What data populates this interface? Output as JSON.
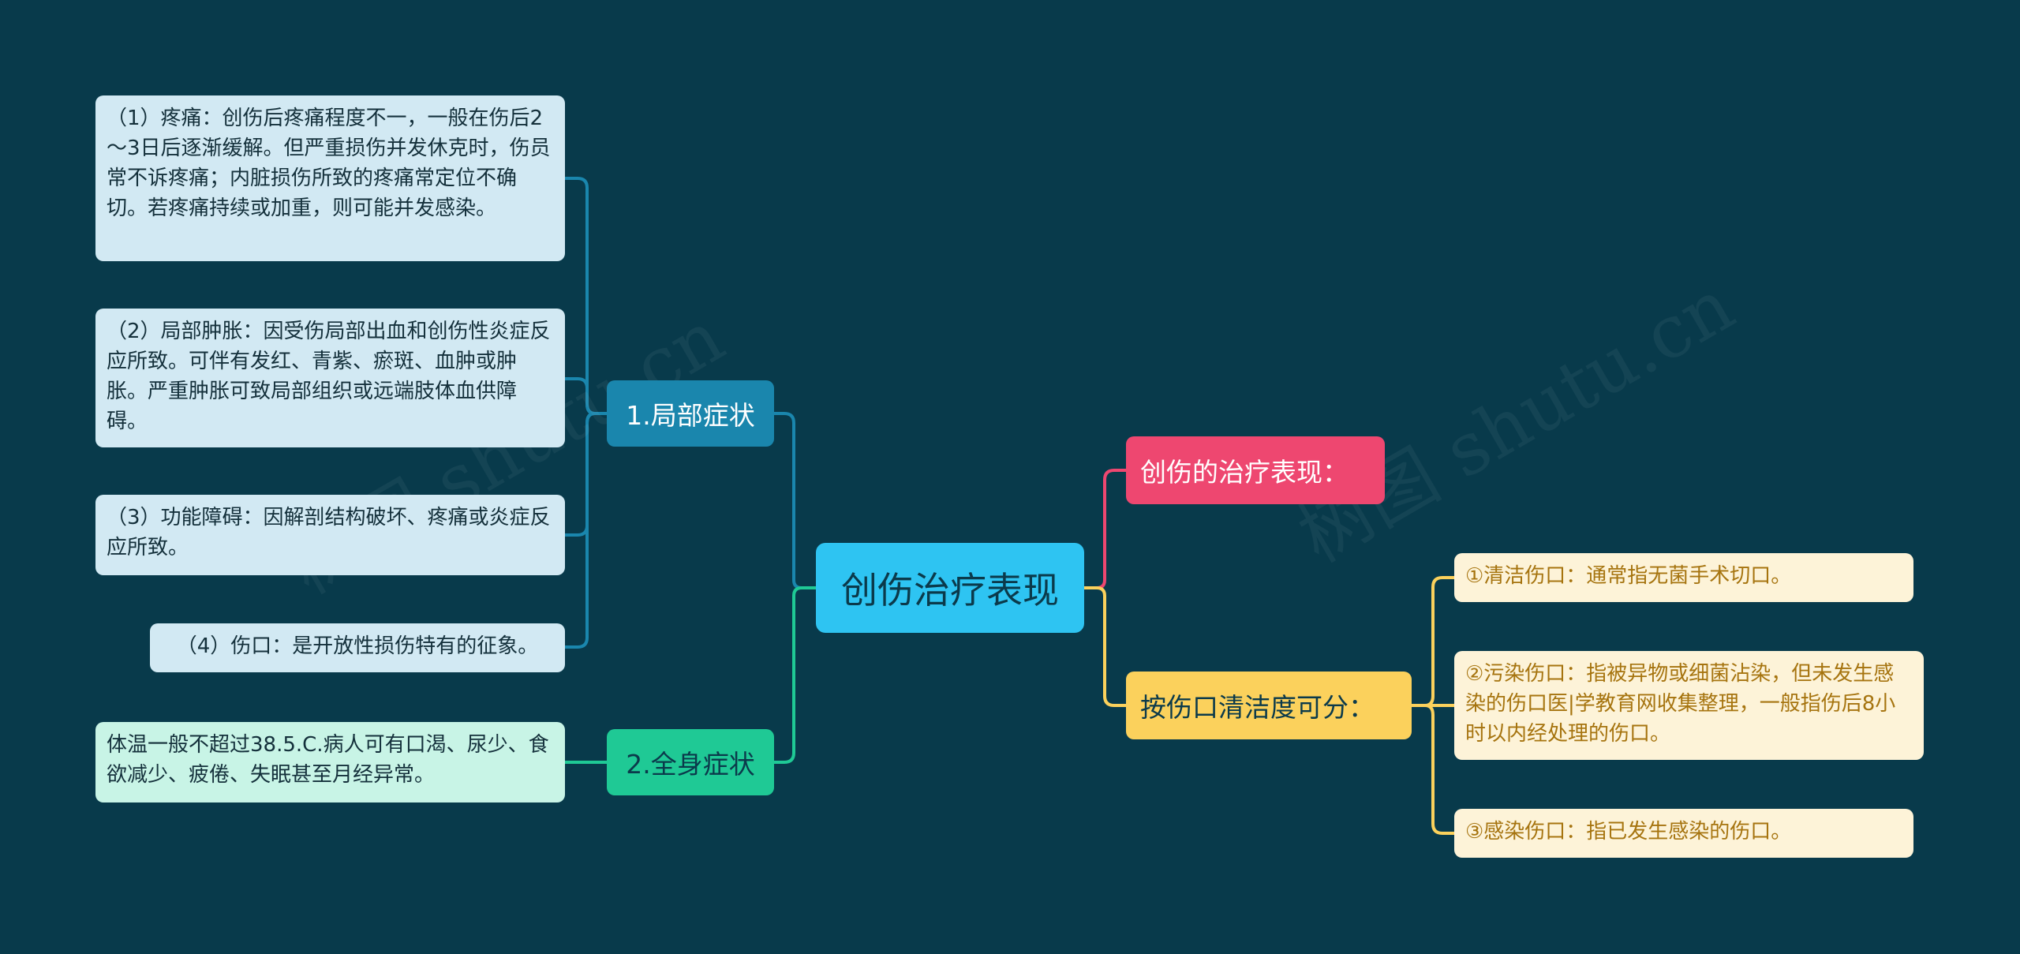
{
  "root": {
    "label": "创伤治疗表现"
  },
  "branches": {
    "local": {
      "label": "1.局部症状",
      "items": [
        "（1）疼痛：创伤后疼痛程度不一，一般在伤后2～3日后逐渐缓解。但严重损伤并发休克时，伤员常不诉疼痛；内脏损伤所致的疼痛常定位不确切。若疼痛持续或加重，则可能并发感染。",
        "（2）局部肿胀：因受伤局部出血和创伤性炎症反应所致。可伴有发红、青紫、瘀斑、血肿或肿胀。严重肿胀可致局部组织或远端肢体血供障碍。",
        "（3）功能障碍：因解剖结构破坏、疼痛或炎症反应所致。",
        "（4）伤口：是开放性损伤特有的征象。"
      ]
    },
    "system": {
      "label": "2.全身症状",
      "items": [
        "体温一般不超过38.5.C.病人可有口渴、尿少、食欲减少、疲倦、失眠甚至月经异常。"
      ]
    },
    "treat": {
      "label": "创伤的治疗表现："
    },
    "clean": {
      "label": "按伤口清洁度可分：",
      "items": [
        "①清洁伤口：通常指无菌手术切口。",
        "②污染伤口：指被异物或细菌沾染，但未发生感染的伤口医|学教育网收集整理，一般指伤后8小时以内经处理的伤口。",
        "③感染伤口：指已发生感染的伤口。"
      ]
    }
  },
  "watermark": "树图 shutu.cn",
  "colors": {
    "background": "#083a4b",
    "root": "#2ec4f2",
    "local": "#1a86ad",
    "system": "#1fc995",
    "treat": "#ee4770",
    "clean": "#fbd15c"
  }
}
